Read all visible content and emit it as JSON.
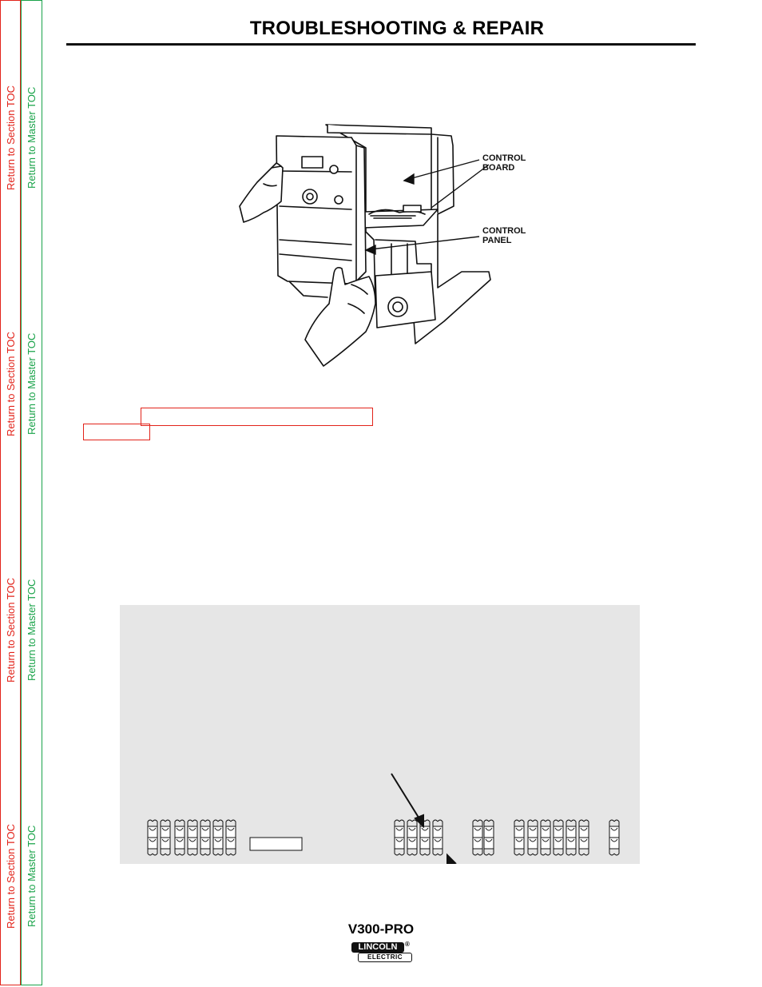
{
  "header": {
    "title": "TROUBLESHOOTING & REPAIR"
  },
  "sidebar": {
    "section_toc_label": "Return to Section TOC",
    "master_toc_label": "Return to Master TOC",
    "section_color": "#e2231a",
    "master_color": "#1aa34a"
  },
  "figure": {
    "labels": {
      "control_board": [
        "CONTROL",
        "BOARD"
      ],
      "control_panel": [
        "CONTROL",
        "PANEL"
      ]
    }
  },
  "diagram": {
    "background": "#e6e6e6"
  },
  "footer": {
    "model": "V300-PRO",
    "logo_top": "LINCOLN",
    "logo_registered": "®",
    "logo_bottom": "ELECTRIC"
  }
}
